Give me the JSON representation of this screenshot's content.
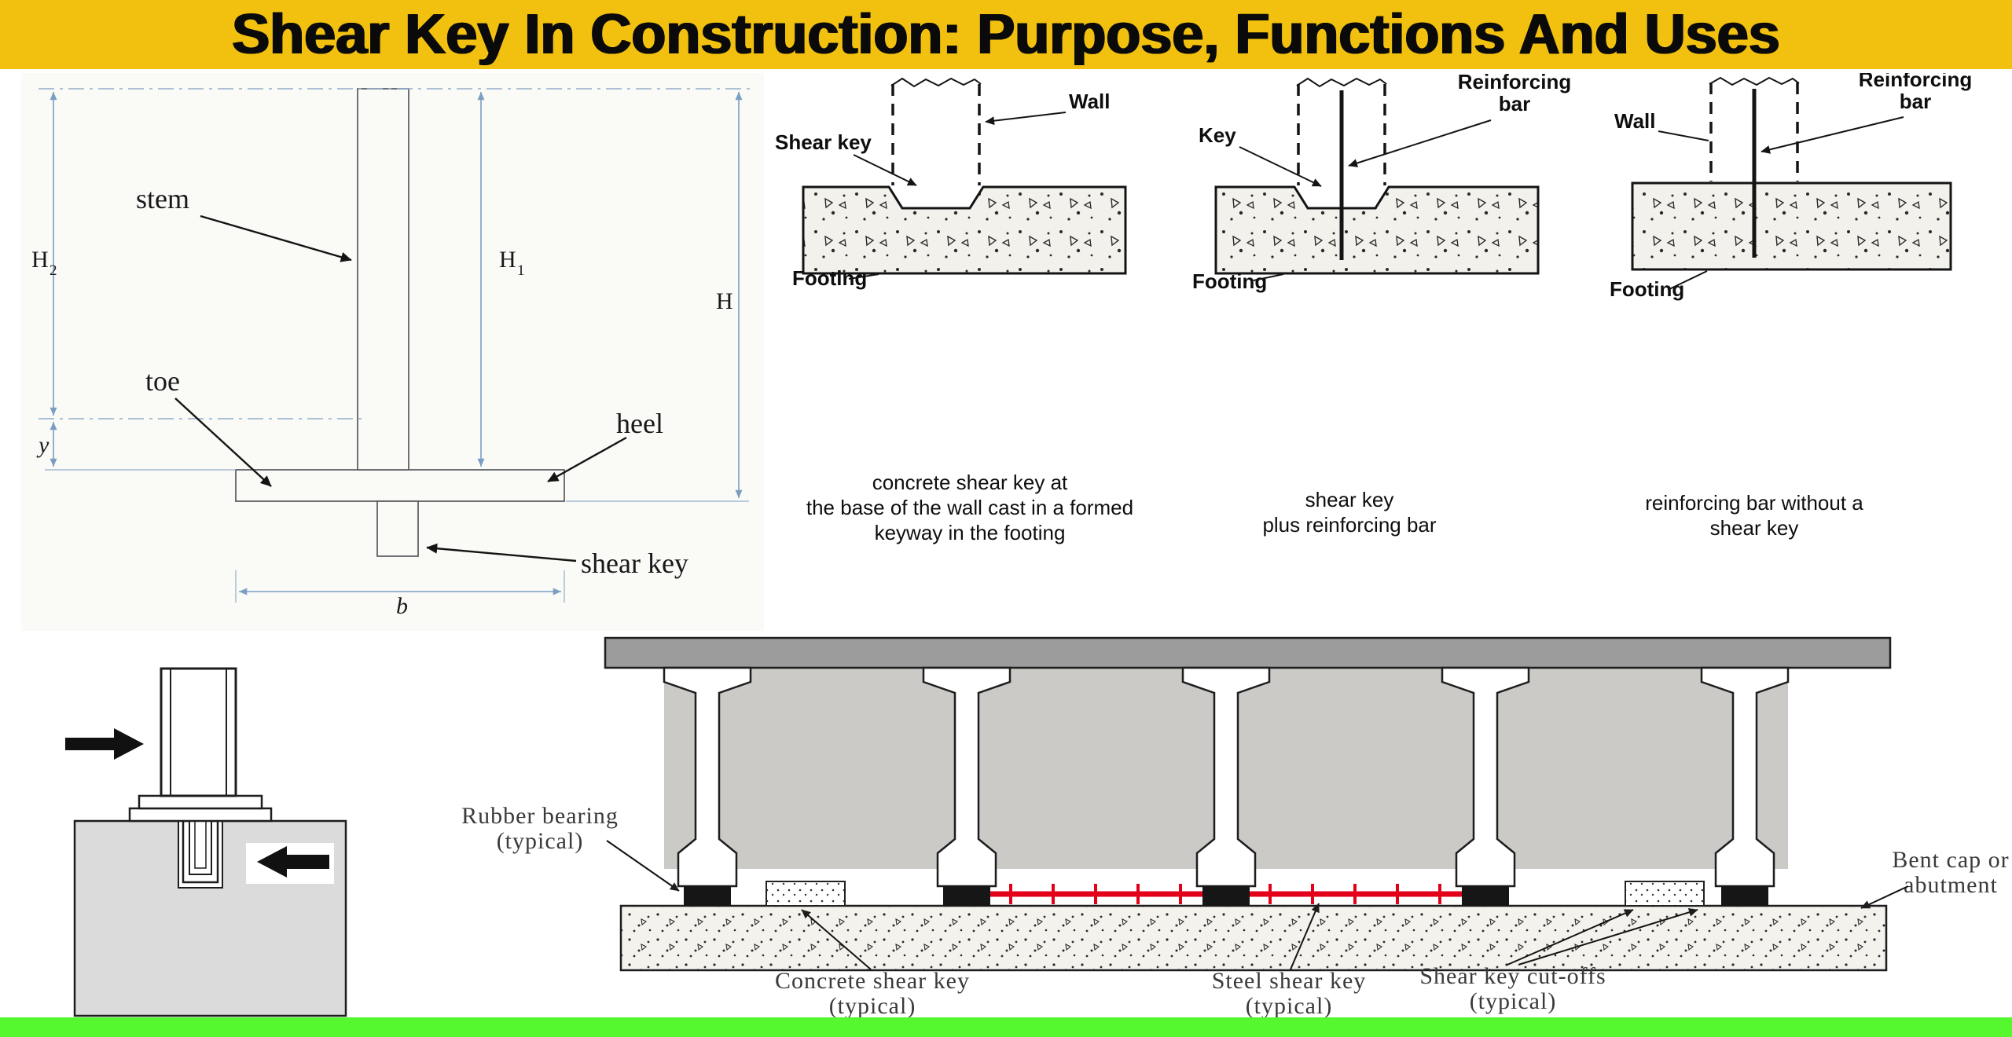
{
  "banner": {
    "title": "Shear Key In Construction: Purpose, Functions And Uses"
  },
  "colors": {
    "banner_bg": "#F2C110",
    "banner_text": "#0A0A0A",
    "bottom_strip": "#55F72E",
    "steel_key_red": "#E3001B",
    "concrete_gray": "#DBDBDB",
    "deck_gray": "#9C9C9C",
    "dimension_blue": "#7B9EC2"
  },
  "retaining_wall": {
    "stem": "stem",
    "toe": "toe",
    "heel": "heel",
    "shear_key": "shear key",
    "dim_h2": "H",
    "dim_h2_sub": "2",
    "dim_h1": "H",
    "dim_h1_sub": "1",
    "dim_h": "H",
    "dim_y": "y",
    "dim_b": "b"
  },
  "footing_concrete_key": {
    "shear_key": "Shear key",
    "wall": "Wall",
    "footing": "Footing",
    "caption": [
      "concrete shear key at",
      "the base of the wall cast in a formed",
      "keyway in the footing"
    ]
  },
  "footing_key_plus_bar": {
    "reinforcing": "Reinforcing",
    "bar": "bar",
    "key": "Key",
    "footing": "Footing",
    "caption": [
      "shear key",
      "plus reinforcing bar"
    ]
  },
  "footing_bar_only": {
    "reinforcing": "Reinforcing",
    "bar": "bar",
    "wall": "Wall",
    "footing": "Footing",
    "caption": [
      "reinforcing bar without a",
      "shear key"
    ]
  },
  "bridge": {
    "rubber_bearing": [
      "Rubber bearing",
      "(typical)"
    ],
    "bent_cap": [
      "Bent cap or",
      "abutment"
    ],
    "concrete_key": [
      "Concrete shear key",
      "(typical)"
    ],
    "steel_key": [
      "Steel shear key",
      "(typical)"
    ],
    "cutoffs": [
      "Shear key cut-offs",
      "(typical)"
    ]
  }
}
